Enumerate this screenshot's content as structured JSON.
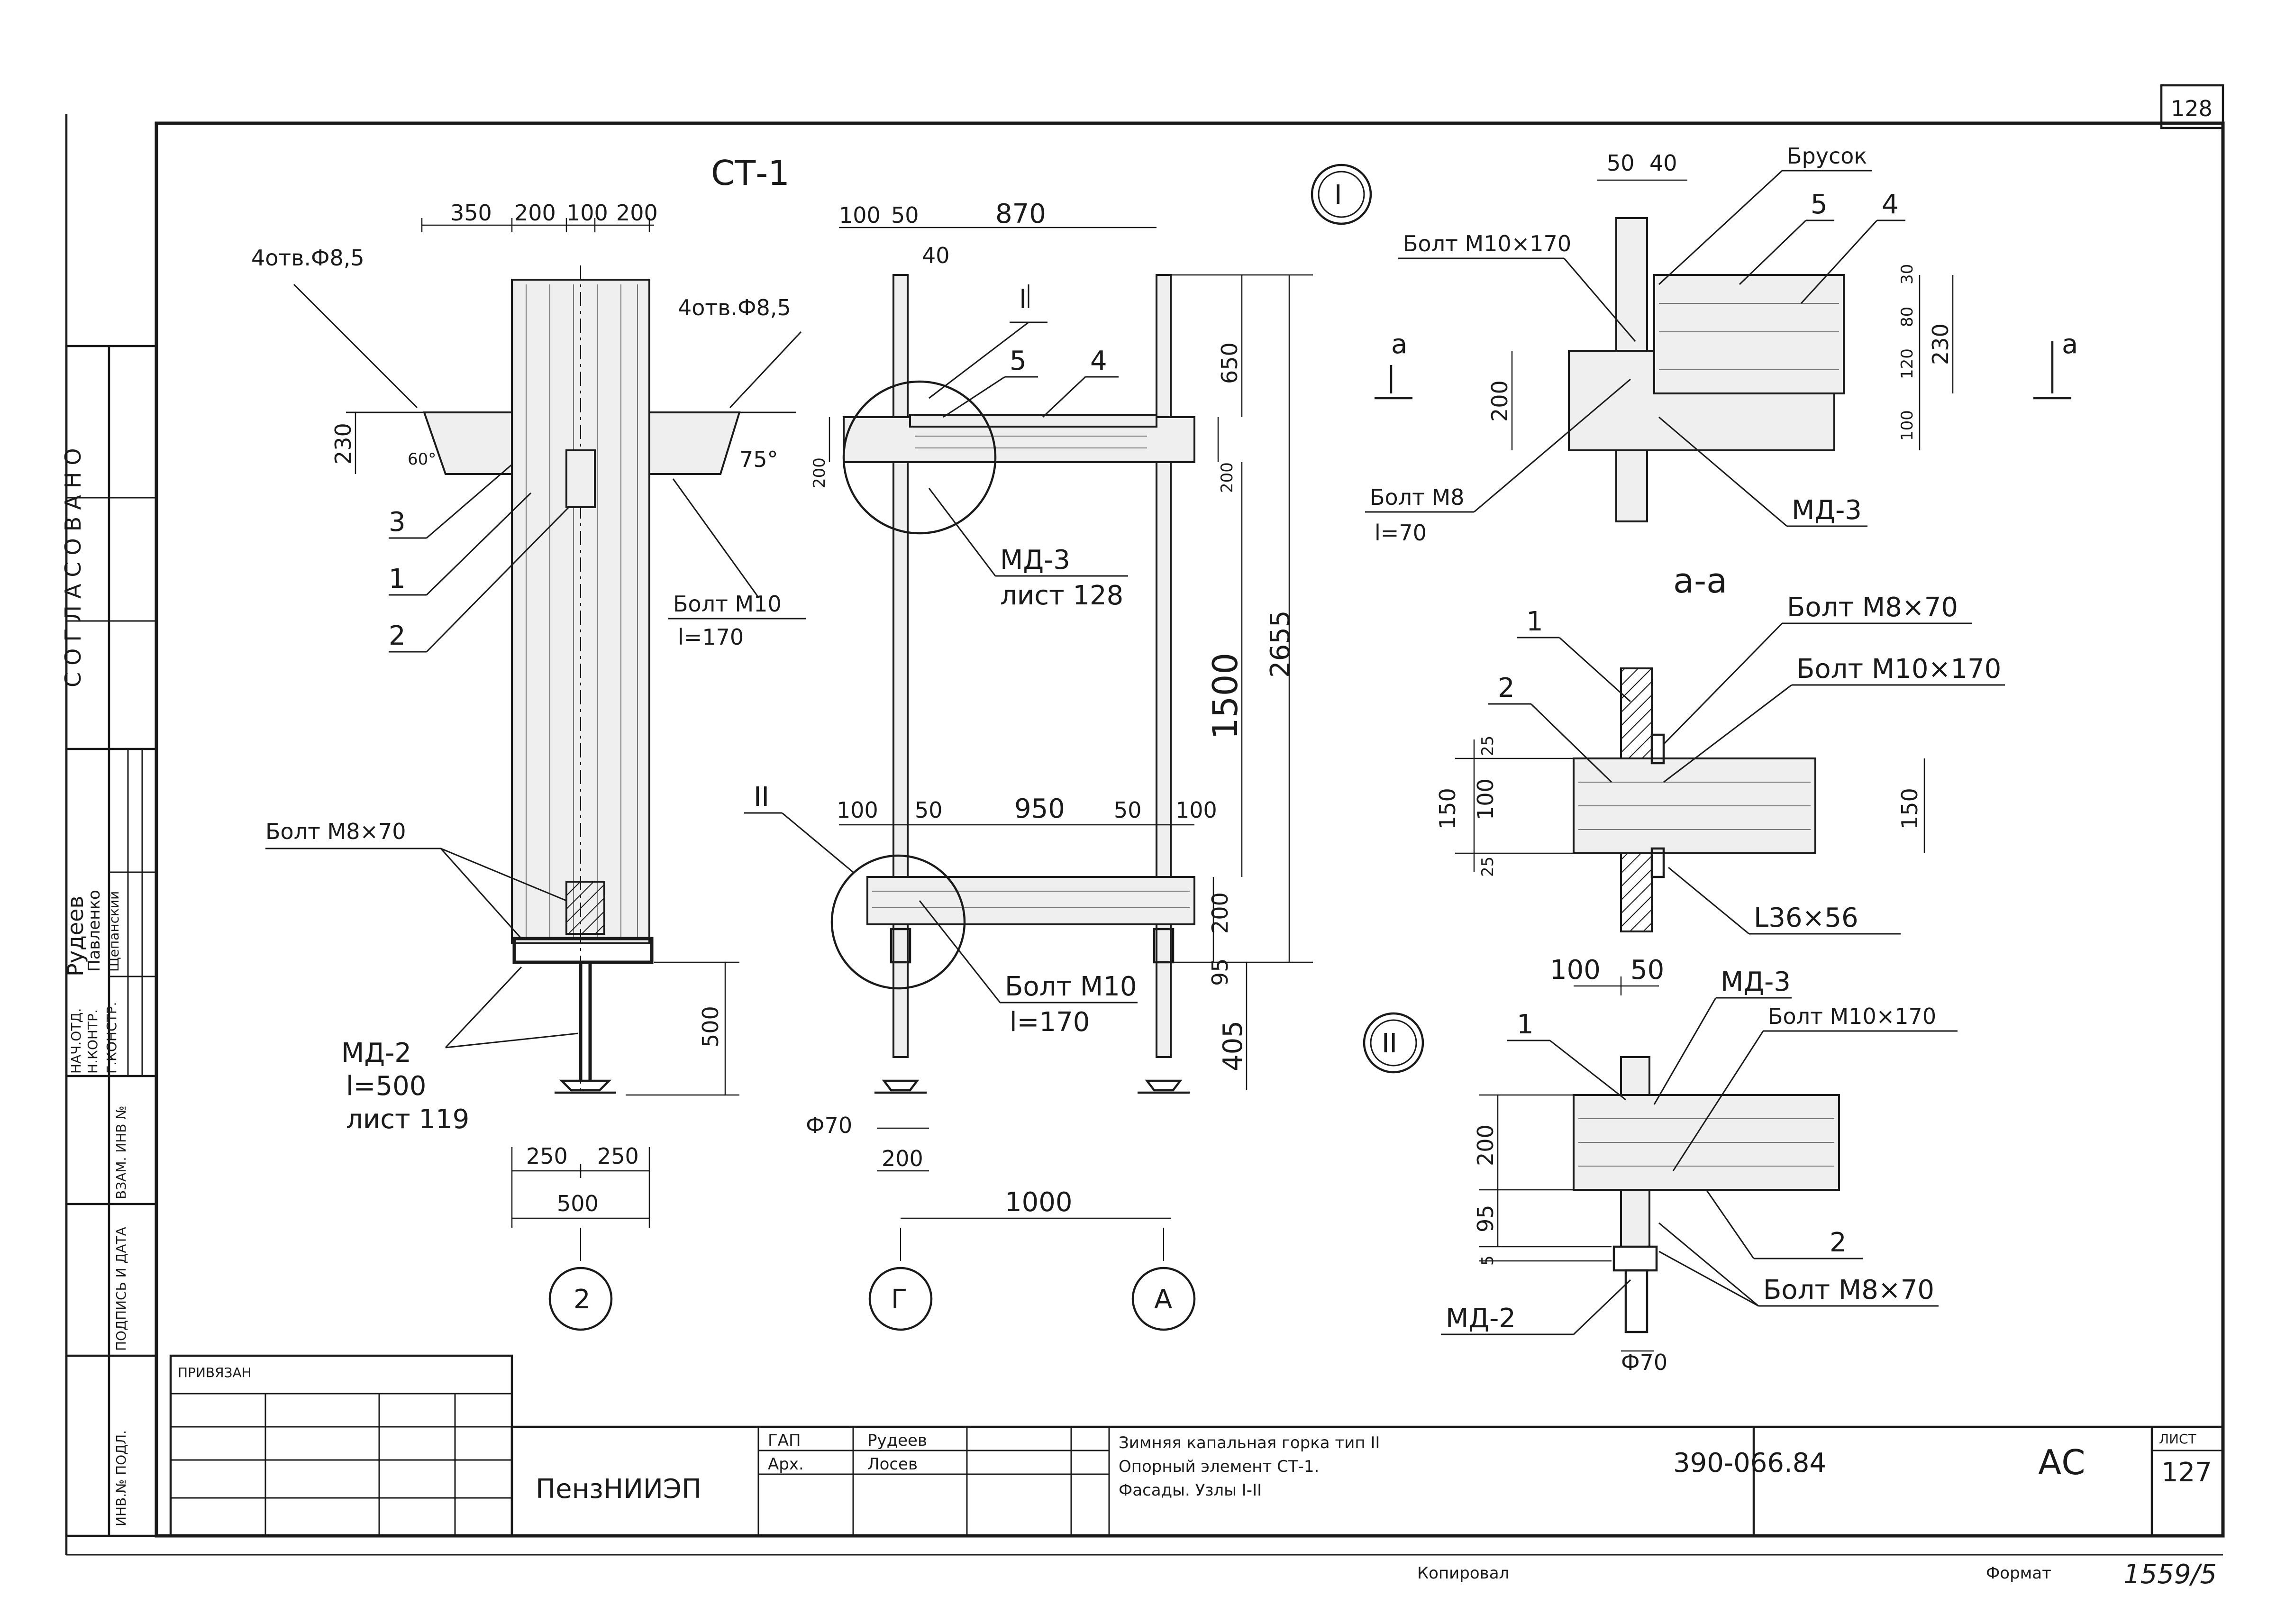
{
  "sheet": {
    "top_sheet_number": "128",
    "title_main": "СТ-1",
    "copy_label": "Копировал",
    "format_label": "Формат",
    "format_value": "1559/5"
  },
  "left_strip": {
    "approved": "СОГЛАСОВАНО",
    "vertical_rows": [
      "ВЗАМ. ИНВ №",
      "ПОДПИСЬ И ДАТА",
      "ИНВ.№ ПОДЛ."
    ],
    "staff": [
      {
        "role": "НАЧ.ОТД.",
        "name": "Рудеев"
      },
      {
        "role": "Н.КОНТР.",
        "name": "Павленко"
      },
      {
        "role": "Г.КОНСТР.",
        "name": "Щепанский"
      }
    ]
  },
  "title_block": {
    "bound_label": "ПРИВЯЗАН",
    "org": "ПензНИИЭП",
    "gap_label": "ГАП",
    "gap_name": "Рудеев",
    "arch_label": "Арх.",
    "arch_name": "Лосев",
    "description_lines": [
      "Зимняя капальная горка тип II",
      "Опорный элемент СТ-1.",
      "Фасады. Узлы I-II"
    ],
    "code": "390-066.84",
    "stage": "АС",
    "sheet_label": "ЛИСТ",
    "sheet_number": "127"
  },
  "view_left": {
    "dims_top": [
      "350",
      "200",
      "100",
      "200"
    ],
    "hole_note_left": "4отв.Ф8,5",
    "hole_note_right": "4отв.Ф8,5",
    "dim_230": "230",
    "angle_left": "60°",
    "angle_right": "75°",
    "callouts": [
      "3",
      "1",
      "2"
    ],
    "bolt_m10": "Болт М10",
    "bolt_m10_len": "l=170",
    "bolt_m8": "Болт М8×70",
    "md2": "МД-2",
    "md2_len": "l=500",
    "md2_sheet": "лист 119",
    "dim_500_v": "500",
    "dims_bottom": [
      "250",
      "250"
    ],
    "dim_total": "500",
    "axis": "2"
  },
  "view_mid": {
    "dims_top": [
      "100",
      "50",
      "870"
    ],
    "dim_40": "40",
    "callout_I": "I",
    "callout_5": "5",
    "callout_4": "4",
    "dim_200_left": "200",
    "dim_200_right": "200",
    "dim_650": "650",
    "dim_1500": "1500",
    "dim_2655": "2655",
    "md3": "МД-3",
    "md3_sheet": "лист 128",
    "callout_II": "II",
    "dims_mid": [
      "100",
      "50",
      "950",
      "50",
      "100"
    ],
    "dim_200_low": "200",
    "dim_95": "95",
    "dim_405": "405",
    "bolt_m10": "Болт М10",
    "bolt_m10_len": "l=170",
    "phi70": "Ф70",
    "dim_200_base": "200",
    "dim_1000": "1000",
    "axis_g": "Г",
    "axis_a": "А"
  },
  "node_I": {
    "marker": "I",
    "dims_top": [
      "50",
      "40"
    ],
    "brusok": "Брусок",
    "callout_5": "5",
    "callout_4": "4",
    "bolt_m10": "Болт М10×170",
    "section_mark": "а",
    "dim_200": "200",
    "dims_right": [
      "30",
      "80",
      "120",
      "100"
    ],
    "dim_230": "230",
    "bolt_m8": "Болт М8",
    "bolt_m8_len": "l=70",
    "md3": "МД-3"
  },
  "section_aa": {
    "title": "а-а",
    "callout_1": "1",
    "callout_2": "2",
    "bolt_m8": "Болт М8×70",
    "bolt_m10": "Болт М10×170",
    "dims_left": [
      "25",
      "100",
      "25"
    ],
    "dim_150_left": "150",
    "dim_150_right": "150",
    "angle_profile": "L36×56",
    "dims_bottom": [
      "100",
      "50"
    ]
  },
  "node_II": {
    "marker": "II",
    "callout_1": "1",
    "md3": "МД-3",
    "bolt_m10": "Болт М10×170",
    "dim_200": "200",
    "dim_95": "95",
    "dim_5": "5",
    "callout_2": "2",
    "bolt_m8": "Болт М8×70",
    "md2": "МД-2",
    "phi70": "Ф70"
  }
}
